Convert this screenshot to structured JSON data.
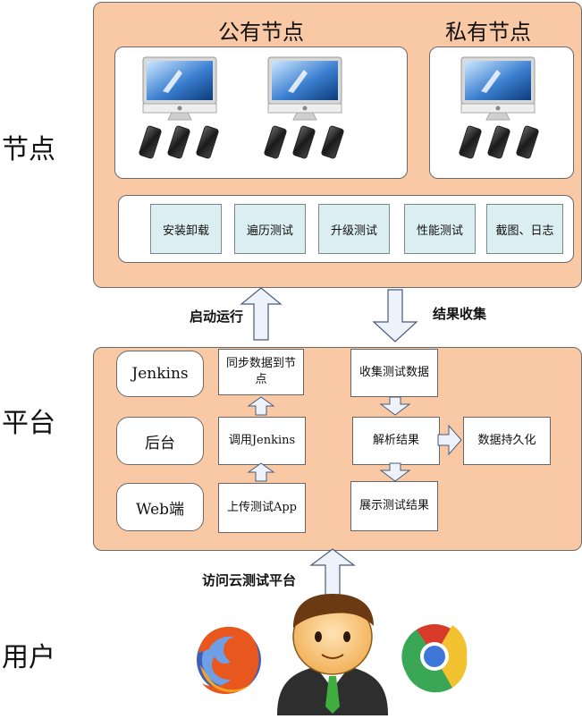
{
  "layers": {
    "nodes": "节点",
    "platform": "平台",
    "users": "用户"
  },
  "nodes_panel": {
    "public_title": "公有节点",
    "private_title": "私有节点",
    "features": [
      "安装卸载",
      "遍历测试",
      "升级测试",
      "性能测试",
      "截图、日志"
    ]
  },
  "arrows": {
    "start_run": "启动运行",
    "collect_results": "结果收集",
    "access_platform": "访问云测试平台"
  },
  "platform": {
    "left": [
      "Jenkins",
      "后台",
      "Web端"
    ],
    "middle": [
      "同步数据到节点",
      "调用Jenkins",
      "上传测试App"
    ],
    "right": [
      "收集测试数据",
      "解析结果",
      "展示测试结果"
    ],
    "persist": "数据持久化"
  },
  "colors": {
    "panel": "#f8c9a4",
    "feature": "#dbeef1",
    "arrow": "#eef3fb"
  },
  "icons": [
    "computer-icon",
    "phone-icon",
    "firefox-icon",
    "user-avatar-icon",
    "chrome-icon"
  ]
}
